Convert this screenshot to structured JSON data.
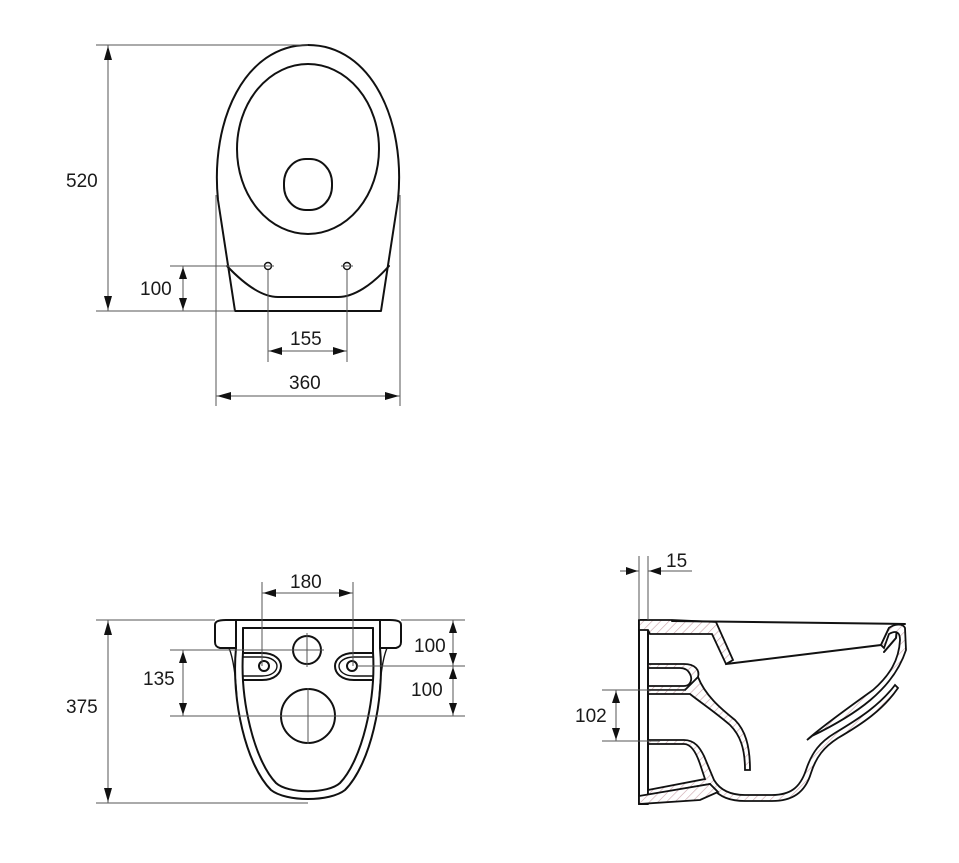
{
  "drawing": {
    "subject": "wall-hung toilet technical drawing",
    "hatch_color": "#c9a0a8",
    "line_color": "#111111",
    "dimension_line_color": "#555555"
  },
  "top_view": {
    "dimensions": {
      "overall_length": "520",
      "bolt_offset_from_back": "100",
      "bolt_spacing": "155",
      "overall_width": "360"
    }
  },
  "rear_view": {
    "dimensions": {
      "bolt_spacing": "180",
      "overall_height": "375",
      "bolt_to_outlet": "135",
      "top_to_bolt": "100",
      "bolt_to_outlet_right": "100"
    }
  },
  "side_view": {
    "dimensions": {
      "wall_gap": "15",
      "inlet_outlet_spacing": "102"
    }
  }
}
